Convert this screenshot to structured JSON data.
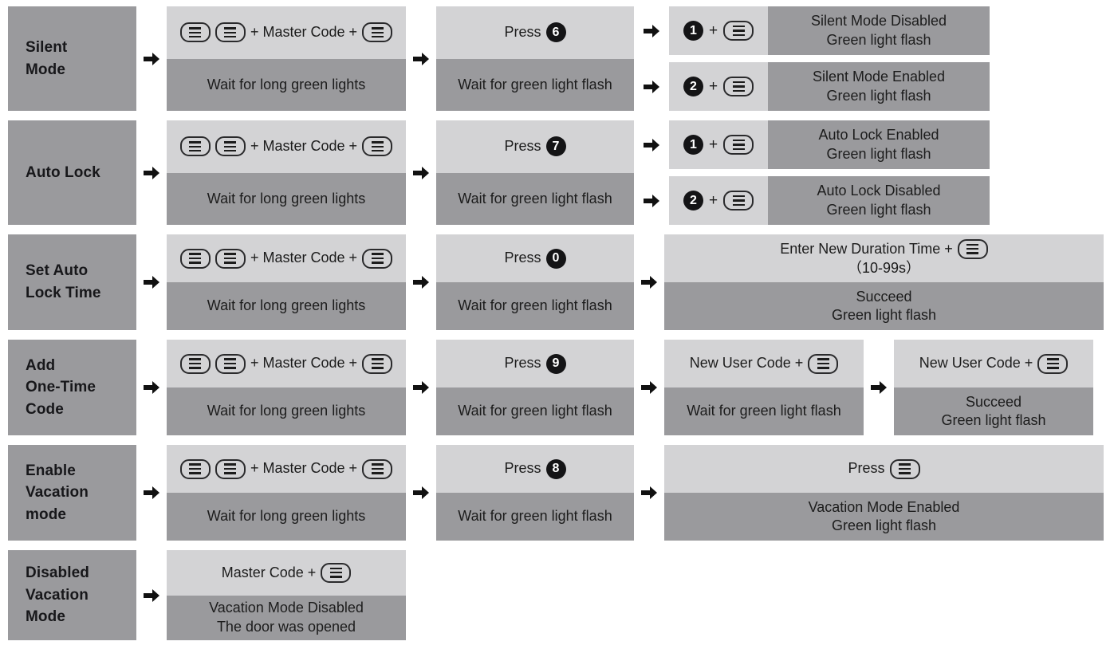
{
  "meta": {
    "colors": {
      "title_bg": "#9a9a9d",
      "band_light": "#d3d3d5",
      "band_dark": "#9a9a9d",
      "ink": "#1c1c1c",
      "page_bg": "#ffffff"
    }
  },
  "labels": {
    "plus": "+",
    "master_code": "Master Code",
    "press": "Press",
    "wait_long": "Wait for long green lights",
    "wait_flash": "Wait for green light flash",
    "green_flash": "Green light flash",
    "succeed": "Succeed",
    "new_user_code": "New User Code",
    "enter_duration": "Enter New Duration Time",
    "duration_range": "（10-99s）",
    "master_code_plus": "Master Code"
  },
  "icons": {
    "key": "key-pill-icon",
    "arrow": "right-arrow-icon",
    "one": "1",
    "two": "2"
  },
  "rows": [
    {
      "id": "silent-mode",
      "title": "Silent\nMode",
      "title_lines": [
        "Silent",
        "Mode"
      ],
      "command": {
        "prefix_keys": 2,
        "text": "+ Master Code +",
        "suffix_keys": 1
      },
      "command_wait": "Wait for long green lights",
      "press_digit": "6",
      "press_label": "Press",
      "press_wait": "Wait for green light flash",
      "options": [
        {
          "digit": "1",
          "result_line1": "Silent Mode Disabled",
          "result_line2": "Green light flash"
        },
        {
          "digit": "2",
          "result_line1": "Silent Mode Enabled",
          "result_line2": "Green light flash"
        }
      ]
    },
    {
      "id": "auto-lock",
      "title": "Auto Lock",
      "title_lines": [
        "Auto Lock"
      ],
      "command": {
        "prefix_keys": 2,
        "text": "+ Master Code +",
        "suffix_keys": 1
      },
      "command_wait": "Wait for long green lights",
      "press_digit": "7",
      "press_label": "Press",
      "press_wait": "Wait for green light flash",
      "options": [
        {
          "digit": "1",
          "result_line1": "Auto Lock Enabled",
          "result_line2": "Green light flash"
        },
        {
          "digit": "2",
          "result_line1": "Auto Lock Disabled",
          "result_line2": "Green light flash"
        }
      ]
    },
    {
      "id": "set-auto-lock-time",
      "title": "Set Auto\nLock Time",
      "title_lines": [
        "Set Auto",
        "Lock Time"
      ],
      "command": {
        "prefix_keys": 2,
        "text": "+ Master Code +",
        "suffix_keys": 1
      },
      "command_wait": "Wait for long green lights",
      "press_digit": "0",
      "press_label": "Press",
      "press_wait": "Wait for green light flash",
      "final": {
        "top_text": "Enter New Duration Time  +",
        "top_sub": "（10-99s）",
        "bottom_line1": "Succeed",
        "bottom_line2": "Green light flash"
      }
    },
    {
      "id": "add-one-time-code",
      "title": "Add\nOne-Time\nCode",
      "title_lines": [
        "Add",
        "One-Time",
        "Code"
      ],
      "command": {
        "prefix_keys": 2,
        "text": "+ Master Code +",
        "suffix_keys": 1
      },
      "command_wait": "Wait for long green lights",
      "press_digit": "9",
      "press_label": "Press",
      "press_wait": "Wait for green light flash",
      "step4": {
        "top_text": "New User Code +",
        "bottom_text": "Wait for green light flash"
      },
      "step5": {
        "top_text": "New User Code +",
        "bottom_line1": "Succeed",
        "bottom_line2": "Green light flash"
      }
    },
    {
      "id": "enable-vacation-mode",
      "title": "Enable\nVacation\nmode",
      "title_lines": [
        "Enable",
        "Vacation",
        "mode"
      ],
      "command": {
        "prefix_keys": 2,
        "text": "+ Master Code +",
        "suffix_keys": 1
      },
      "command_wait": "Wait for long green lights",
      "press_digit": "8",
      "press_label": "Press",
      "press_wait": "Wait for green light flash",
      "final": {
        "top_text": "Press",
        "bottom_line1": "Vacation Mode Enabled",
        "bottom_line2": "Green light flash"
      }
    },
    {
      "id": "disabled-vacation-mode",
      "title": "Disabled\nVacation\nMode",
      "title_lines": [
        "Disabled",
        "Vacation",
        "Mode"
      ],
      "final": {
        "top_text": "Master Code +",
        "bottom_line1": "Vacation Mode Disabled",
        "bottom_line2": "The door was opened"
      }
    }
  ]
}
